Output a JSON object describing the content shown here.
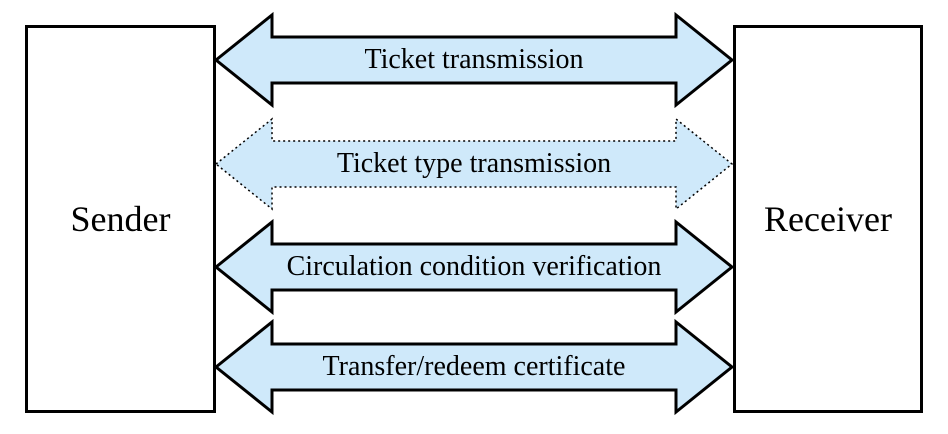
{
  "diagram": {
    "sender": {
      "label": "Sender"
    },
    "receiver": {
      "label": "Receiver"
    },
    "arrows": [
      {
        "label": "Ticket transmission",
        "direction": "bidirectional",
        "style": "solid"
      },
      {
        "label": "Ticket type transmission",
        "direction": "bidirectional",
        "style": "dotted"
      },
      {
        "label": "Circulation condition verification",
        "direction": "bidirectional",
        "style": "solid"
      },
      {
        "label": "Transfer/redeem certificate",
        "direction": "bidirectional",
        "style": "solid"
      }
    ]
  },
  "colors": {
    "arrow_fill": "#cfe9fa",
    "outline": "#000000",
    "background": "#ffffff",
    "text": "#000000"
  }
}
